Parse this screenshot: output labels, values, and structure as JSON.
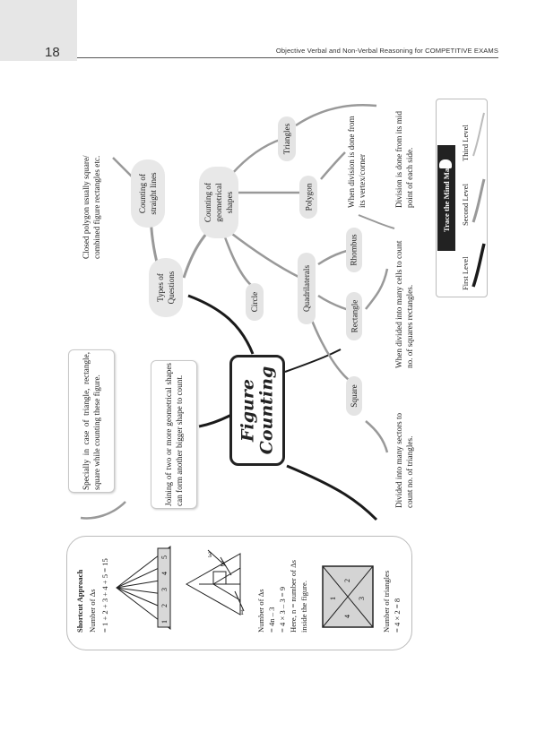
{
  "page": {
    "number": "18",
    "running_head": "Objective Verbal and Non-Verbal Reasoning for COMPETITIVE EXAMS"
  },
  "center": {
    "line1": "Figure",
    "line2": "Counting"
  },
  "nodes": {
    "types_of_questions": "Types of Questions",
    "counting_straight_lines": "Counting of straight lines",
    "straight_lines_note": "Closed polygon usually square/ combined figure rectangles etc.",
    "counting_geometrical": "Counting of geometrical shapes",
    "circle": "Circle",
    "quadrilaterals": "Quadrilaterals",
    "triangles": "Triangles",
    "polygon": "Polygon",
    "square": "Square",
    "rectangle": "Rectangle",
    "rhombus": "Rhombus",
    "polygon_vertex_note": "When division is done from its vertex/corner",
    "polygon_mid_note": "Division is done from its mid point of each side.",
    "rect_note": "When divided into many cells to count no. of squares rectangles.",
    "square_note": "Divided into many sectors to count no. of triangles.",
    "special_note": "Specially in case of triangle, rectangle, square while counting these figure.",
    "joining_note": "Joining of two or more geometrical shapes can form another bigger shape to count."
  },
  "bottom_panel": {
    "shortcut_title": "Shortcut Approach",
    "shortcut_line1": "Number of Δs",
    "shortcut_line2": "= 1 + 2 + 3 + 4 + 5 = 15",
    "fan_labels": [
      "1",
      "2",
      "3",
      "4",
      "5"
    ],
    "triangle_labels": [
      "3",
      "2",
      "1"
    ],
    "count_title": "Number of Δs",
    "count_line1": "= 4n – 3",
    "count_line2": "= 4 × 3 – 3 = 9",
    "count_line3": "Here, n = number of Δs",
    "count_line4": "inside the figure.",
    "square_labels": [
      "1",
      "2",
      "3",
      "4"
    ],
    "square_title": "Number of triangles",
    "square_line1": "= 4 × 2 = 8"
  },
  "legend": {
    "title": "Trace the Mind Map",
    "first": "First Level",
    "second": "Second Level",
    "third": "Third Level"
  },
  "colors": {
    "branch": "#1a1a1a",
    "link": "#999999",
    "bubble": "#e6e6e6",
    "legend_dark": "#222222"
  }
}
